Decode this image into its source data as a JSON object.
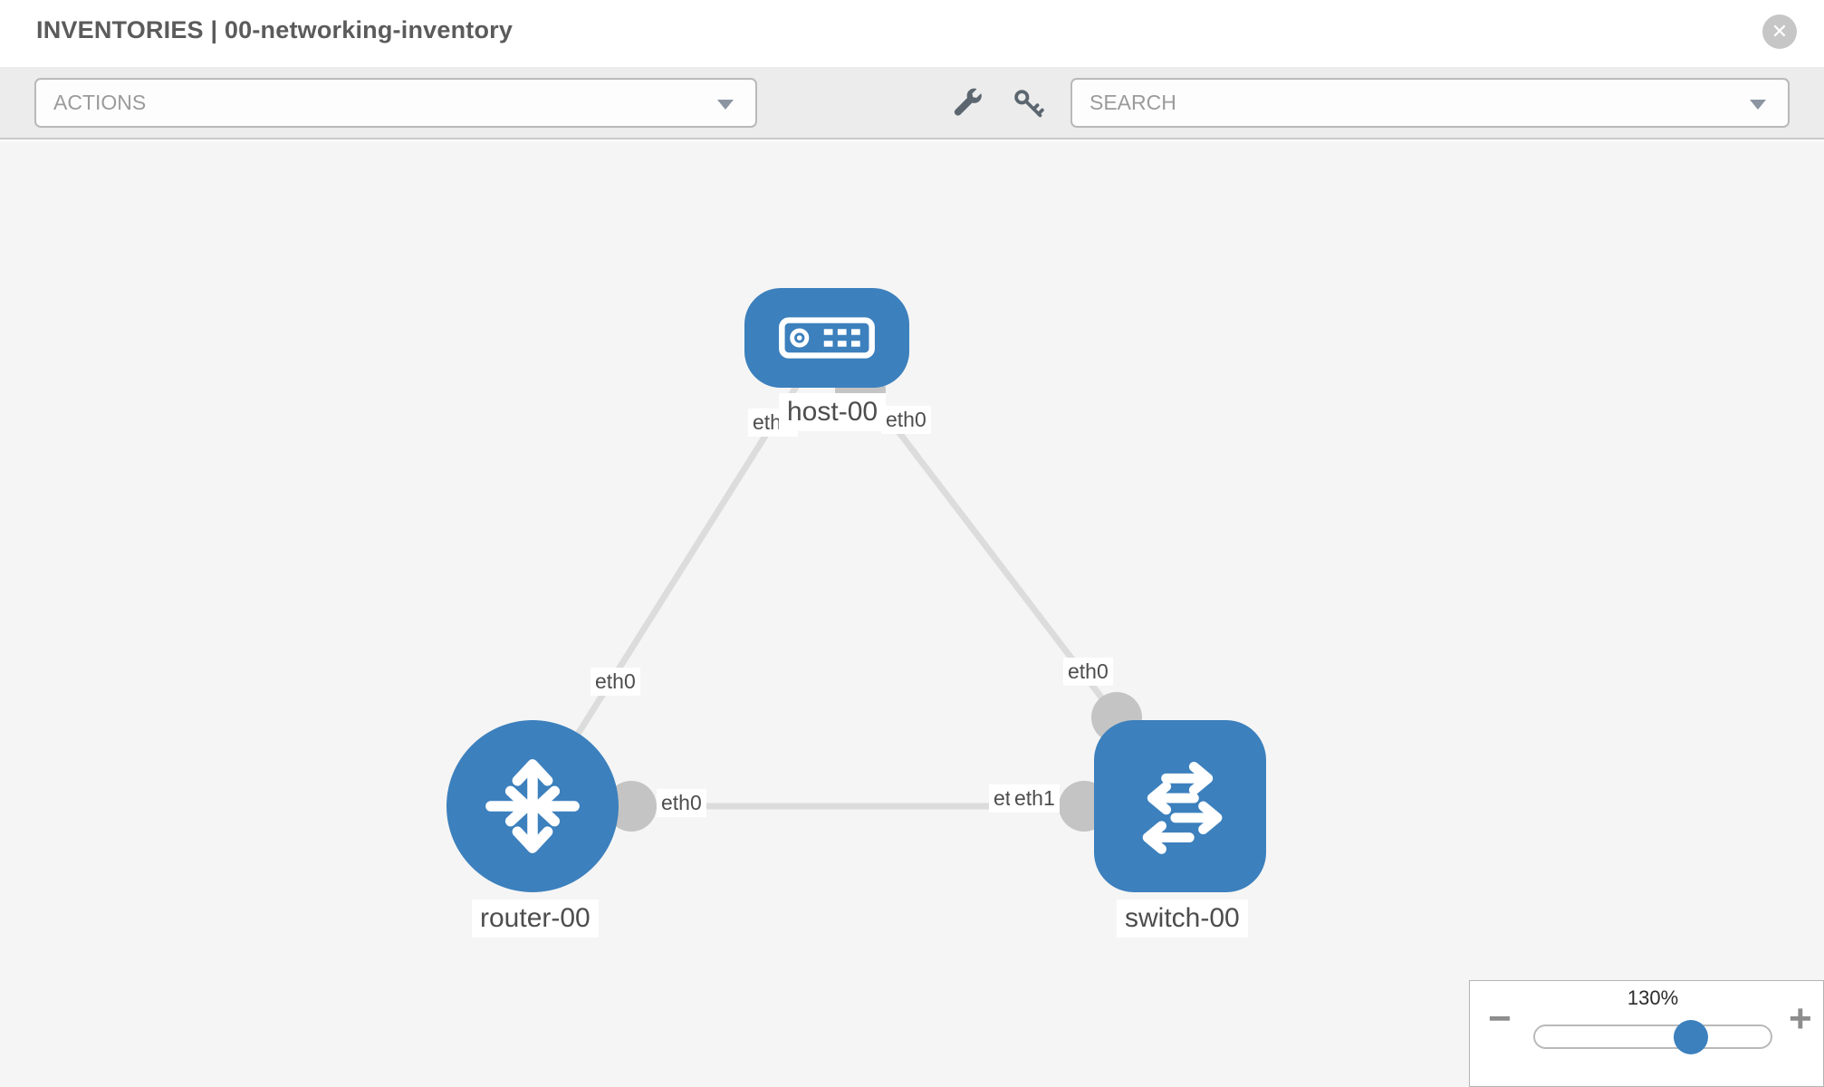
{
  "window": {
    "title_left": "INVENTORIES",
    "title_divider": "|",
    "title_right": "00-networking-inventory",
    "close_glyph": "✕"
  },
  "toolbar": {
    "actions_label": "ACTIONS",
    "search_placeholder": "SEARCH"
  },
  "topology": {
    "nodes": [
      {
        "id": "host-00",
        "type": "host",
        "label": "host-00"
      },
      {
        "id": "router-00",
        "type": "router",
        "label": "router-00"
      },
      {
        "id": "switch-00",
        "type": "switch",
        "label": "switch-00"
      }
    ],
    "links": [
      {
        "from": "host-00",
        "to": "router-00",
        "from_iface": "eth0",
        "to_iface": "eth0"
      },
      {
        "from": "host-00",
        "to": "switch-00",
        "from_iface": "eth0",
        "to_iface": "eth0"
      },
      {
        "from": "router-00",
        "to": "switch-00",
        "from_iface": "eth0",
        "to_iface": "eth1",
        "to_iface_underlying": "eth0"
      }
    ]
  },
  "zoom_control": {
    "value": "130%",
    "minus_label": "−",
    "plus_label": "+",
    "percent": 65
  },
  "colors": {
    "node_blue": "#3c80bd",
    "link_gray": "#dcdcdc",
    "dot_gray": "#c4c4c4",
    "canvas_bg": "#f5f5f5",
    "toolbar_bg": "#ececec",
    "title_text": "#5b5b5b",
    "label_text": "#4d4d4d"
  }
}
